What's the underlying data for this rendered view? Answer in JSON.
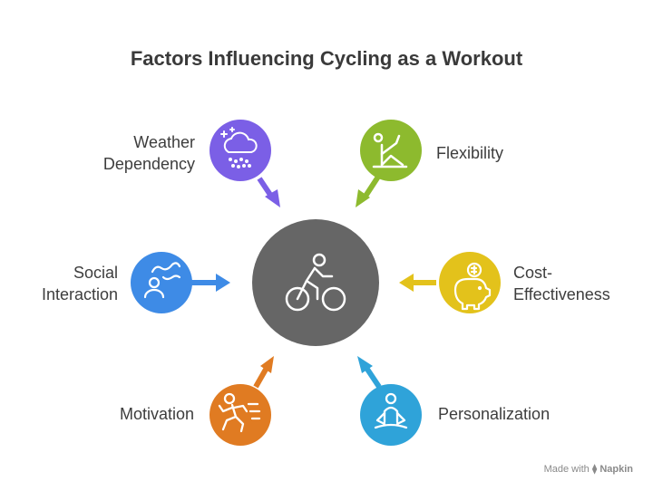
{
  "title": "Factors Influencing Cycling as a Workout",
  "center": {
    "icon": "cyclist-icon",
    "color": "#666666"
  },
  "factors": [
    {
      "id": "weather",
      "label_lines": [
        "Weather",
        "Dependency"
      ],
      "icon": "weather-icon",
      "color": "#7B5FE6"
    },
    {
      "id": "flexibility",
      "label_lines": [
        "Flexibility"
      ],
      "icon": "stretch-icon",
      "color": "#8DBA2E"
    },
    {
      "id": "social",
      "label_lines": [
        "Social",
        "Interaction"
      ],
      "icon": "social-icon",
      "color": "#3E8BE6"
    },
    {
      "id": "cost",
      "label_lines": [
        "Cost-",
        "Effectiveness"
      ],
      "icon": "piggy-bank-icon",
      "color": "#E3C21B"
    },
    {
      "id": "motivation",
      "label_lines": [
        "Motivation"
      ],
      "icon": "runner-icon",
      "color": "#E07B22"
    },
    {
      "id": "personalization",
      "label_lines": [
        "Personalization"
      ],
      "icon": "meditation-icon",
      "color": "#2FA3D9"
    }
  ],
  "footer": {
    "made_with": "Made with",
    "brand": "Napkin"
  }
}
